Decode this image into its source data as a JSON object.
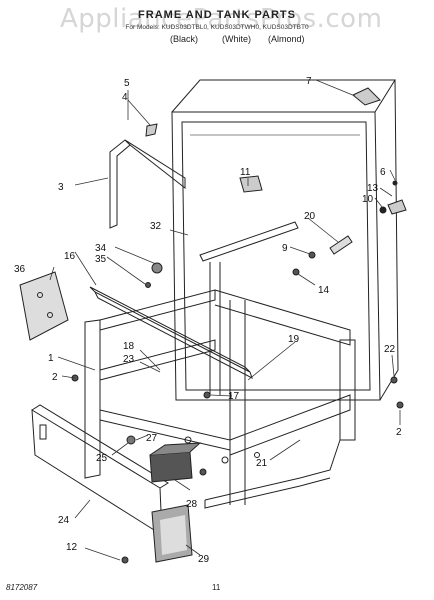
{
  "header": {
    "watermark": "AppliancePartsPros.com",
    "title": "FRAME AND TANK PARTS",
    "models": "For Models: KUDS03DTBL0, KUDS03DTWH0, KUDS03DTBT0",
    "color_black": "(Black)",
    "color_white": "(White)",
    "color_almond": "(Almond)"
  },
  "footer": {
    "code": "8172087",
    "page": "11"
  },
  "callouts": [
    {
      "id": "n1",
      "text": "1"
    },
    {
      "id": "n2a",
      "text": "2"
    },
    {
      "id": "n2b",
      "text": "2"
    },
    {
      "id": "n3",
      "text": "3"
    },
    {
      "id": "n4",
      "text": "4"
    },
    {
      "id": "n5",
      "text": "5"
    },
    {
      "id": "n6",
      "text": "6"
    },
    {
      "id": "n7",
      "text": "7"
    },
    {
      "id": "n9",
      "text": "9"
    },
    {
      "id": "n10",
      "text": "10"
    },
    {
      "id": "n11",
      "text": "11"
    },
    {
      "id": "n12",
      "text": "12"
    },
    {
      "id": "n13",
      "text": "13"
    },
    {
      "id": "n14",
      "text": "14"
    },
    {
      "id": "n16",
      "text": "16"
    },
    {
      "id": "n17",
      "text": "17"
    },
    {
      "id": "n18",
      "text": "18"
    },
    {
      "id": "n19",
      "text": "19"
    },
    {
      "id": "n20",
      "text": "20"
    },
    {
      "id": "n21",
      "text": "21"
    },
    {
      "id": "n22",
      "text": "22"
    },
    {
      "id": "n23",
      "text": "23"
    },
    {
      "id": "n24",
      "text": "24"
    },
    {
      "id": "n25",
      "text": "25"
    },
    {
      "id": "n27",
      "text": "27"
    },
    {
      "id": "n28",
      "text": "28"
    },
    {
      "id": "n29",
      "text": "29"
    },
    {
      "id": "n32",
      "text": "32"
    },
    {
      "id": "n34",
      "text": "34"
    },
    {
      "id": "n35",
      "text": "35"
    },
    {
      "id": "n36",
      "text": "36"
    }
  ]
}
